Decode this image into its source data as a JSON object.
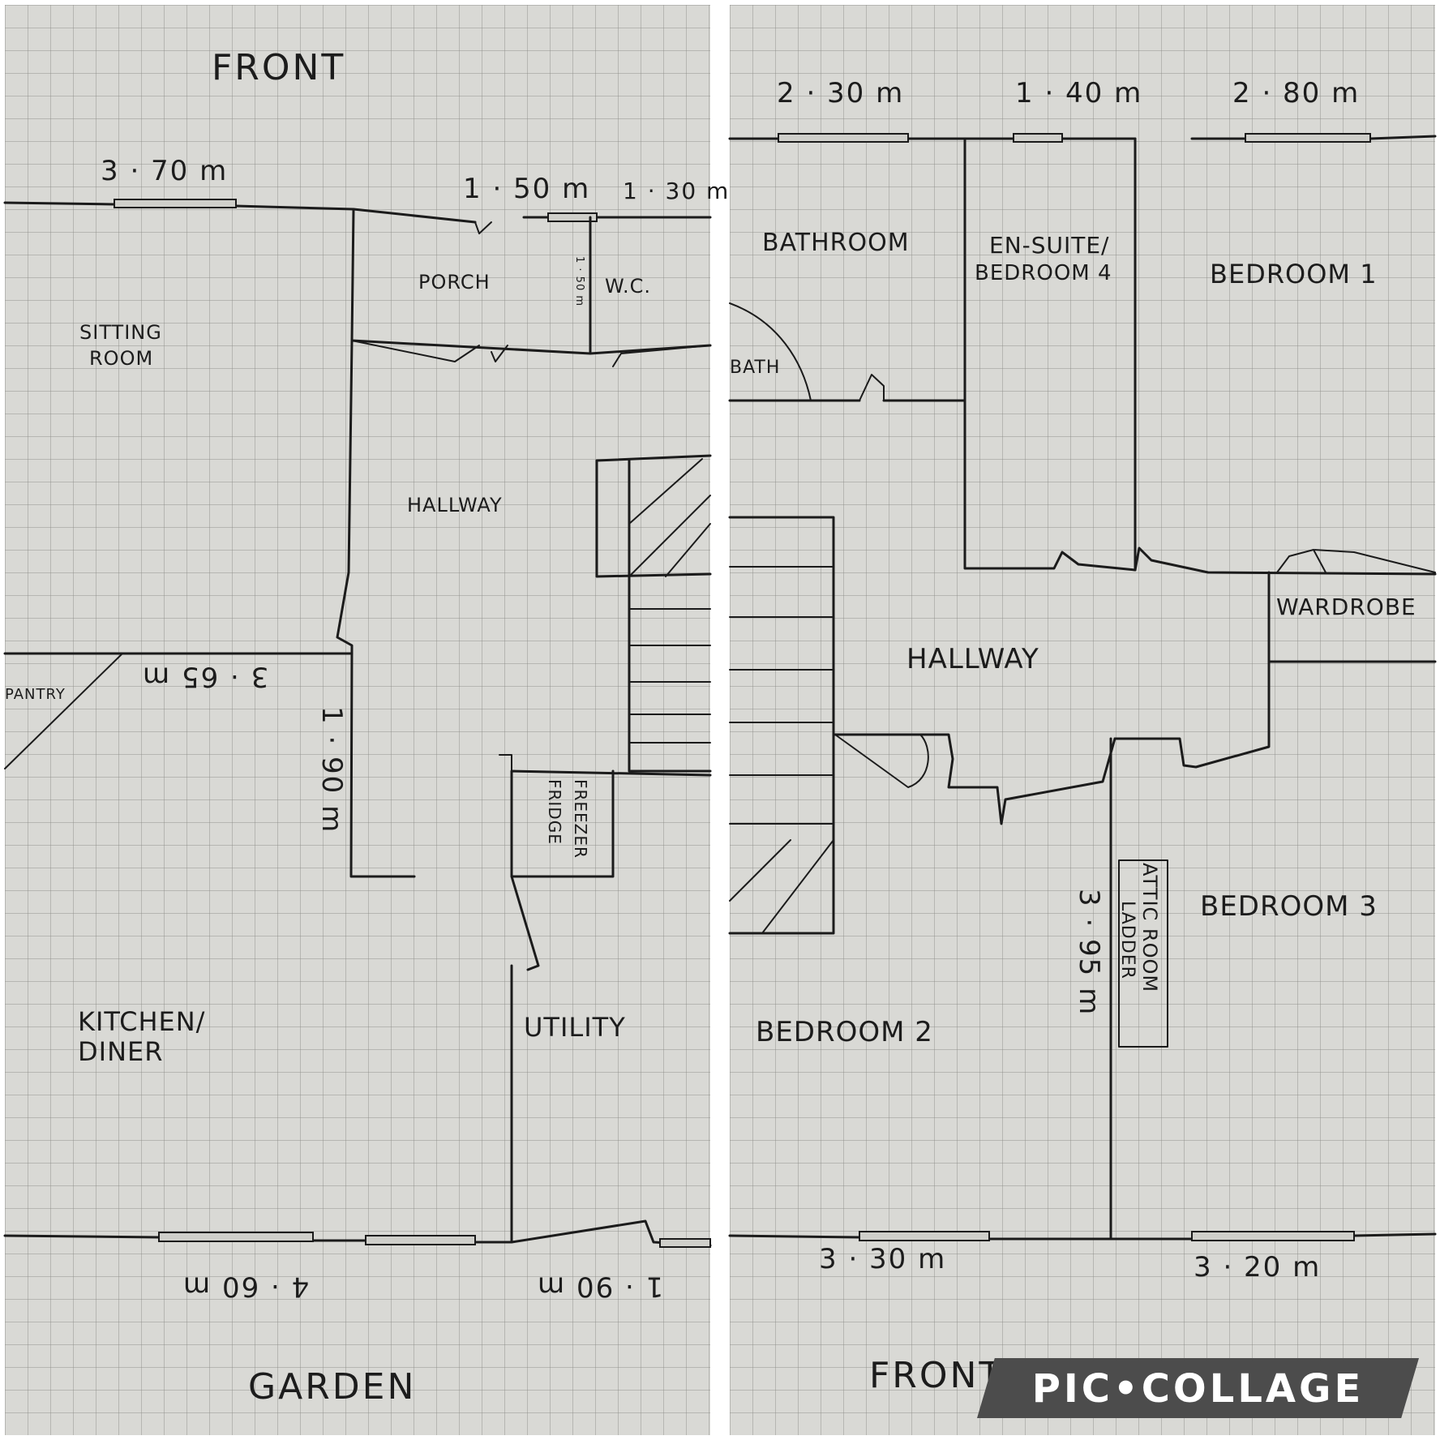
{
  "ground_floor": {
    "top_label": "FRONT",
    "bottom_label": "GARDEN",
    "rooms": {
      "sitting_room_line1": "SITTING",
      "sitting_room_line2": "ROOM",
      "porch": "PORCH",
      "wc": "W.C.",
      "hallway": "HALLWAY",
      "pantry": "PANTRY",
      "fridge_freezer_line1": "FRIDGE",
      "fridge_freezer_line2": "FREEZER",
      "kitchen_line1": "KITCHEN/",
      "kitchen_line2": "DINER",
      "utility": "UTILITY"
    },
    "dimensions": {
      "sitting_window": "3 · 70 m",
      "porch_width": "1 · 50 m",
      "wc_width": "1 · 30 m",
      "wc_depth": "1 · 50 m",
      "pantry_wall": "3 · 65 m",
      "hall_side": "1 · 90 m",
      "kitchen_width": "4 · 60 m",
      "utility_width": "1 · 90 m"
    }
  },
  "first_floor": {
    "bottom_label": "FRONT",
    "rooms": {
      "bathroom": "BATHROOM",
      "bath": "BATH",
      "ensuite_line1": "EN-SUITE/",
      "ensuite_line2": "BEDROOM 4",
      "bedroom1": "BEDROOM 1",
      "hallway": "HALLWAY",
      "wardrobe": "WARDROBE",
      "bedroom2": "BEDROOM 2",
      "bedroom3": "BEDROOM 3",
      "attic_line1": "ATTIC ROOM",
      "attic_line2": "LADDER"
    },
    "dimensions": {
      "bathroom_width": "2 · 30 m",
      "ensuite_width": "1 · 40 m",
      "bedroom1_width": "2 · 80 m",
      "bedroom_depth": "3 · 95 m",
      "bedroom2_width": "3 · 30 m",
      "bedroom3_width": "3 · 20 m"
    }
  },
  "watermark": "PIC•COLLAGE"
}
